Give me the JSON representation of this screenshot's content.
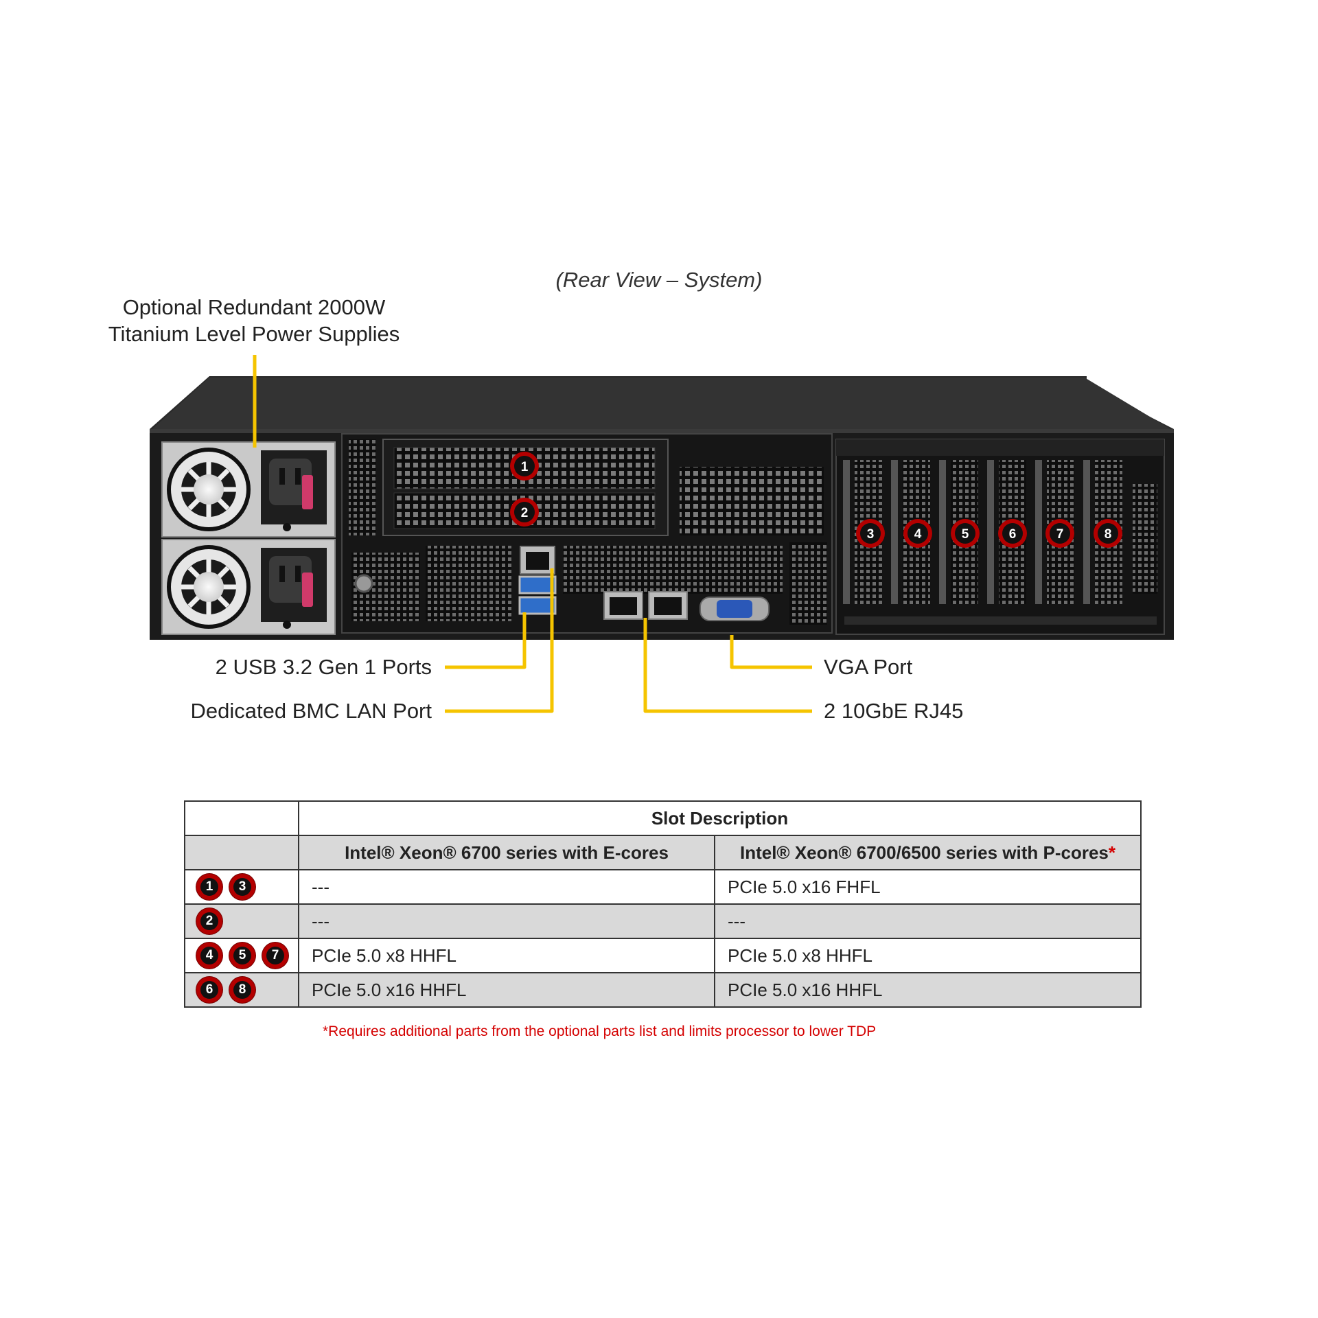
{
  "title": "(Rear View – System)",
  "callouts": {
    "psu_line1": "Optional Redundant 2000W",
    "psu_line2": "Titanium Level Power Supplies",
    "usb": "2 USB 3.2 Gen 1 Ports",
    "bmc": "Dedicated BMC LAN Port",
    "vga": "VGA Port",
    "lan": "2 10GbE RJ45"
  },
  "chassis_markers": [
    "1",
    "2",
    "3",
    "4",
    "5",
    "6",
    "7",
    "8"
  ],
  "colors": {
    "callout_line": "#f5c400",
    "badge_ring": "#b30000",
    "chassis": "#1b1b1b",
    "note": "#d40000"
  },
  "table": {
    "header": "Slot Description",
    "col1": "Intel® Xeon® 6700 series with E-cores",
    "col2": "Intel® Xeon® 6700/6500 series with P-cores",
    "col2_marker": "*",
    "rows": [
      {
        "slots": [
          "1",
          "3"
        ],
        "c1": "---",
        "c2": "PCIe 5.0 x16 FHFL"
      },
      {
        "slots": [
          "2"
        ],
        "c1": "---",
        "c2": "---"
      },
      {
        "slots": [
          "4",
          "5",
          "7"
        ],
        "c1": "PCIe 5.0 x8 HHFL",
        "c2": "PCIe 5.0 x8 HHFL"
      },
      {
        "slots": [
          "6",
          "8"
        ],
        "c1": "PCIe 5.0 x16 HHFL",
        "c2": "PCIe 5.0 x16 HHFL"
      }
    ],
    "note": "*Requires additional parts from the optional parts list and limits processor to lower TDP"
  }
}
